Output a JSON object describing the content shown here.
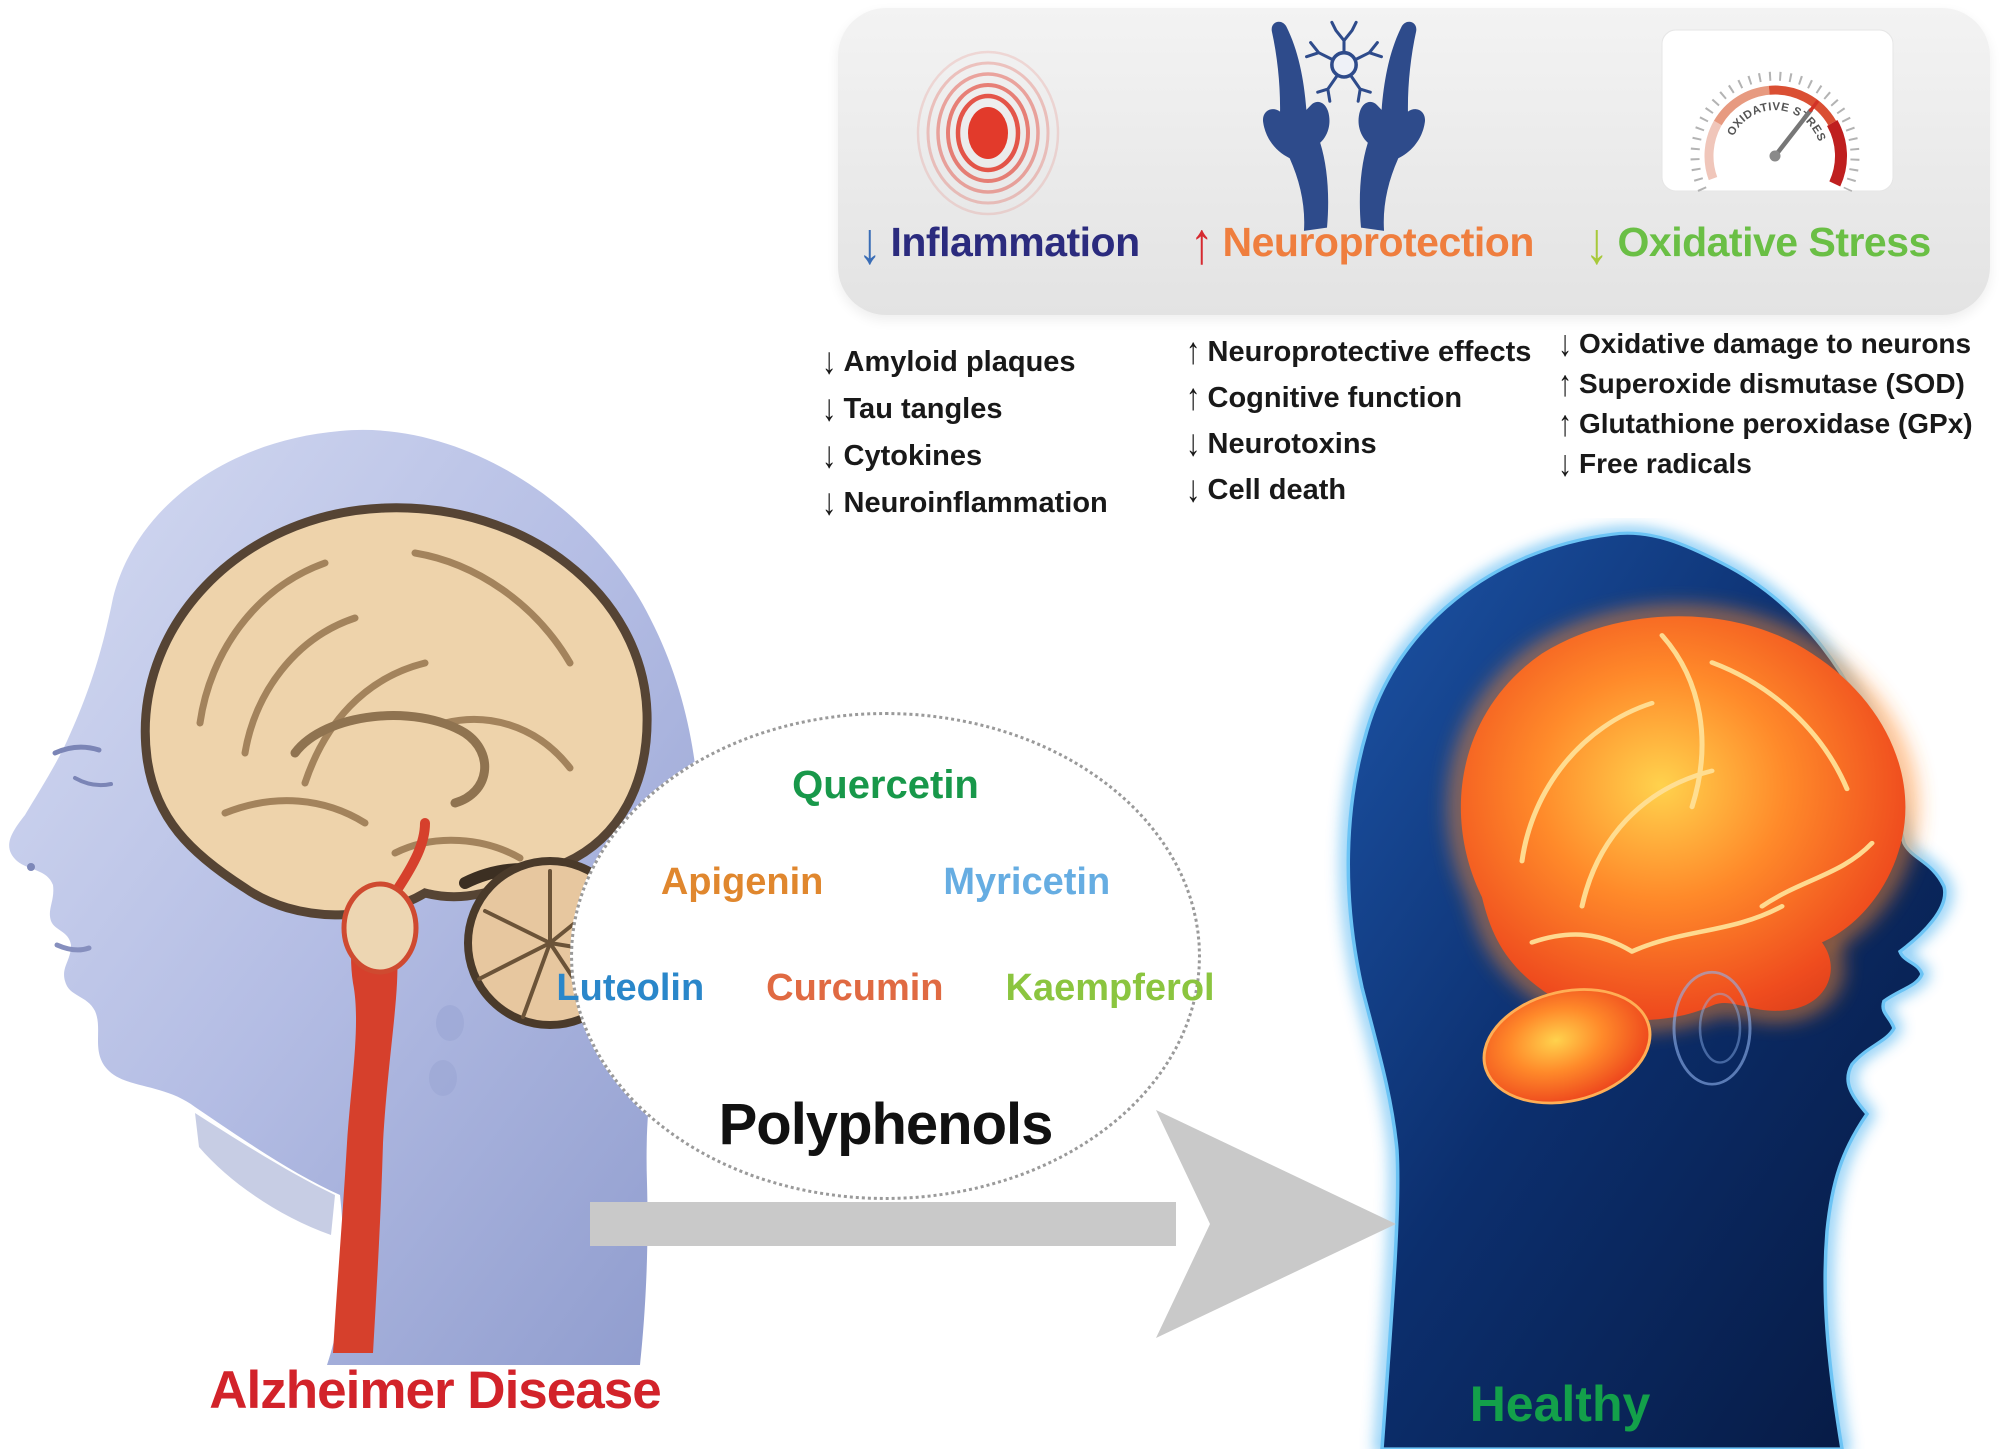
{
  "figure": {
    "panel": {
      "headings": [
        {
          "arrow": "↓",
          "label": "Inflammation",
          "color": "#2b2b7e",
          "arrow_color": "#3a6db6"
        },
        {
          "arrow": "↑",
          "label": "Neuroprotection",
          "color": "#ef7e3e",
          "arrow_color": "#d62a30"
        },
        {
          "arrow": "↓",
          "label": "Oxidative Stress",
          "color": "#6abf45",
          "arrow_color": "#a7c93a"
        }
      ],
      "gauge_label": "OXIDATIVE STRESS"
    },
    "effects": {
      "inflammation": {
        "items": [
          {
            "dir": "↓",
            "text": "Amyloid plaques"
          },
          {
            "dir": "↓",
            "text": "Tau tangles"
          },
          {
            "dir": "↓",
            "text": "Cytokines"
          },
          {
            "dir": "↓",
            "text": "Neuroinflammation"
          }
        ]
      },
      "neuroprotection": {
        "items": [
          {
            "dir": "↑",
            "text": "Neuroprotective effects"
          },
          {
            "dir": "↑",
            "text": "Cognitive function"
          },
          {
            "dir": "↓",
            "text": "Neurotoxins"
          },
          {
            "dir": "↓",
            "text": "Cell death"
          }
        ]
      },
      "oxidative_stress": {
        "items": [
          {
            "dir": "↓",
            "text": "Oxidative damage to neurons"
          },
          {
            "dir": "↑",
            "text": "Superoxide dismutase (SOD)"
          },
          {
            "dir": "↑",
            "text": "Glutathione peroxidase (GPx)"
          },
          {
            "dir": "↓",
            "text": "Free radicals"
          }
        ]
      }
    },
    "polyphenols": {
      "title": "Polyphenols",
      "title_color": "#111111",
      "items": [
        {
          "name": "Quercetin",
          "color": "#18984a"
        },
        {
          "name": "Apigenin",
          "color": "#e0872e"
        },
        {
          "name": "Myricetin",
          "color": "#66ade2"
        },
        {
          "name": "Luteolin",
          "color": "#2a87ca"
        },
        {
          "name": "Curcumin",
          "color": "#e06a42"
        },
        {
          "name": "Kaempferol",
          "color": "#8bc53f"
        }
      ]
    },
    "labels": {
      "alzheimer": {
        "text": "Alzheimer Disease",
        "color": "#d2232a"
      },
      "healthy": {
        "text": "Healthy",
        "color": "#13a04a"
      }
    }
  }
}
